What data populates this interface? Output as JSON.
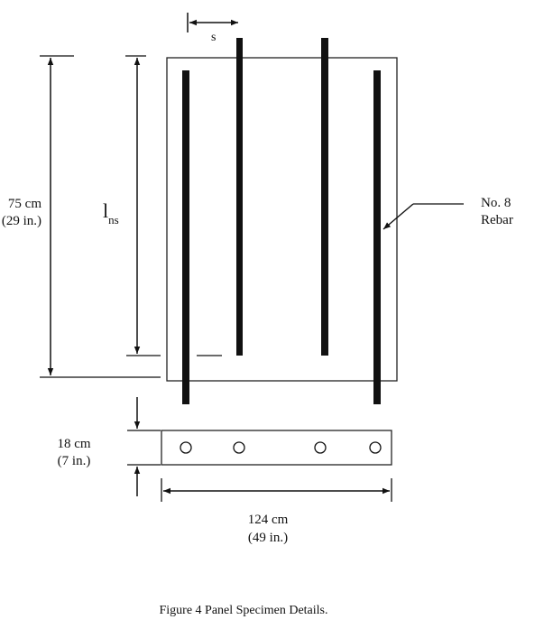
{
  "labels": {
    "spacing": "s",
    "lap_length_main": "l",
    "lap_length_sub": "ns",
    "panel_height_metric": "75 cm",
    "panel_height_imperial": "(29 in.)",
    "rebar_line1": "No. 8",
    "rebar_line2": "Rebar",
    "thickness_metric": "18 cm",
    "thickness_imperial": "(7 in.)",
    "width_metric": "124 cm",
    "width_imperial": "(49 in.)"
  },
  "caption": "Figure 4 Panel Specimen Details.",
  "colors": {
    "ink": "#111111",
    "background": "#ffffff"
  }
}
